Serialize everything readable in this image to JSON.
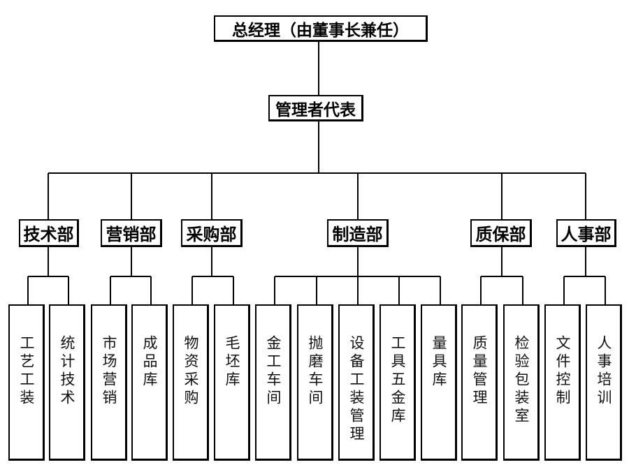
{
  "top": {
    "general_manager": "总经理（由董事长兼任）"
  },
  "management_rep": "管理者代表",
  "departments": [
    {
      "name": "技术部",
      "units": [
        "工艺工装",
        "统计技术"
      ]
    },
    {
      "name": "营销部",
      "units": [
        "市场营销",
        "成品库"
      ]
    },
    {
      "name": "采购部",
      "units": [
        "物资采购",
        "毛坯库"
      ]
    },
    {
      "name": "制造部",
      "units": [
        "金工车间",
        "抛磨车间",
        "设备工装管理",
        "工具五金库",
        "量具库"
      ]
    },
    {
      "name": "质保部",
      "units": [
        "质量管理",
        "检验包装室"
      ]
    },
    {
      "name": "人事部",
      "units": [
        "文件控制",
        "人事培训"
      ]
    }
  ]
}
